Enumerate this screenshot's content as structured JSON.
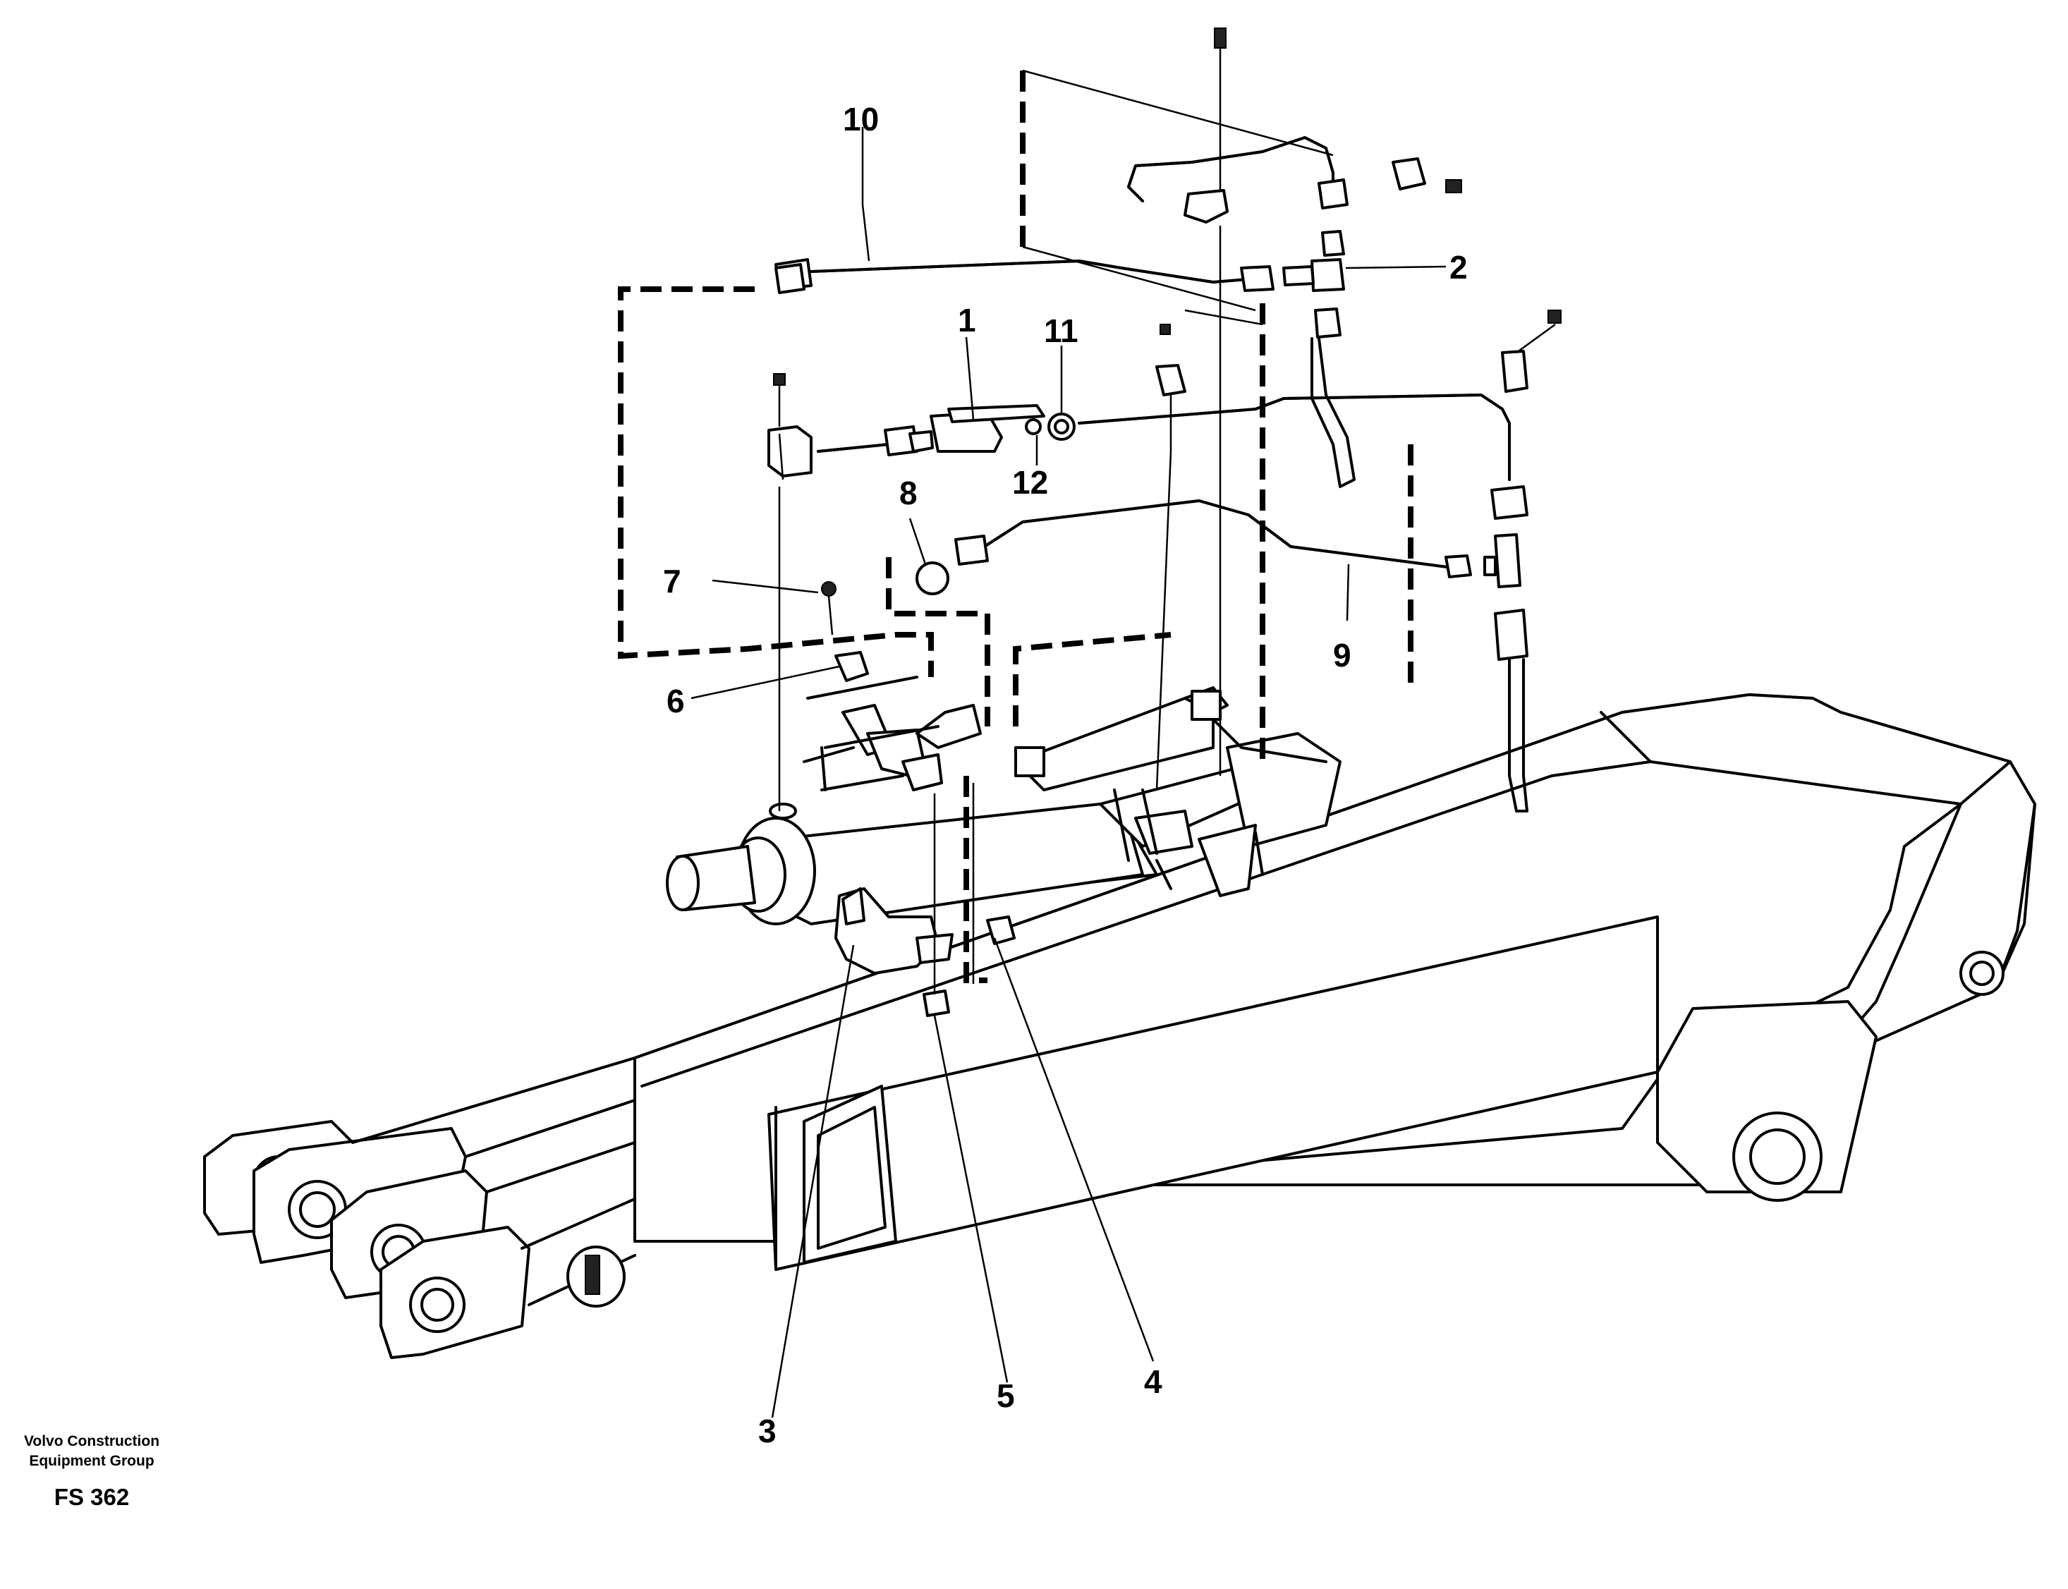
{
  "diagram": {
    "callouts": [
      {
        "id": "1",
        "label": "1"
      },
      {
        "id": "2",
        "label": "2"
      },
      {
        "id": "3",
        "label": "3"
      },
      {
        "id": "4",
        "label": "4"
      },
      {
        "id": "5",
        "label": "5"
      },
      {
        "id": "6",
        "label": "6"
      },
      {
        "id": "7",
        "label": "7"
      },
      {
        "id": "8",
        "label": "8"
      },
      {
        "id": "9",
        "label": "9"
      },
      {
        "id": "10",
        "label": "10"
      },
      {
        "id": "11",
        "label": "11"
      },
      {
        "id": "12",
        "label": "12"
      }
    ]
  },
  "footer": {
    "org_line1": "Volvo Construction",
    "org_line2": "Equipment Group",
    "figure_id": "FS 362"
  }
}
